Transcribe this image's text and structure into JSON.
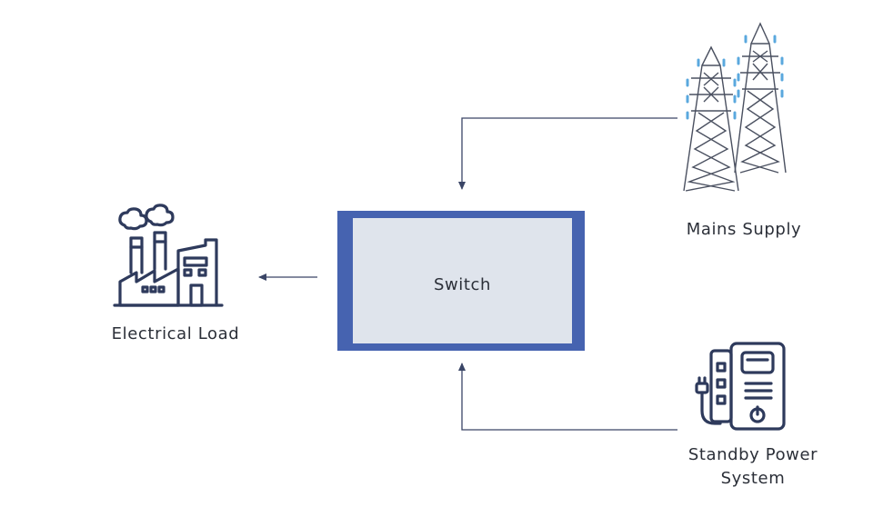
{
  "switch": {
    "label": "Switch"
  },
  "nodes": {
    "electrical_load": {
      "label": "Electrical Load",
      "icon": "factory-icon"
    },
    "mains_supply": {
      "label": "Mains Supply",
      "icon": "transmission-tower-icon"
    },
    "standby_power": {
      "label_line1": "Standby Power",
      "label_line2": "System",
      "icon": "ups-power-icon"
    }
  },
  "colors": {
    "accent": "#4663b0",
    "switch_fill": "#dfe4ec",
    "icon": "#2e3a5c",
    "tower_insulators": "#5aa8de",
    "connector": "#3a4566",
    "text": "#2b2f38"
  }
}
